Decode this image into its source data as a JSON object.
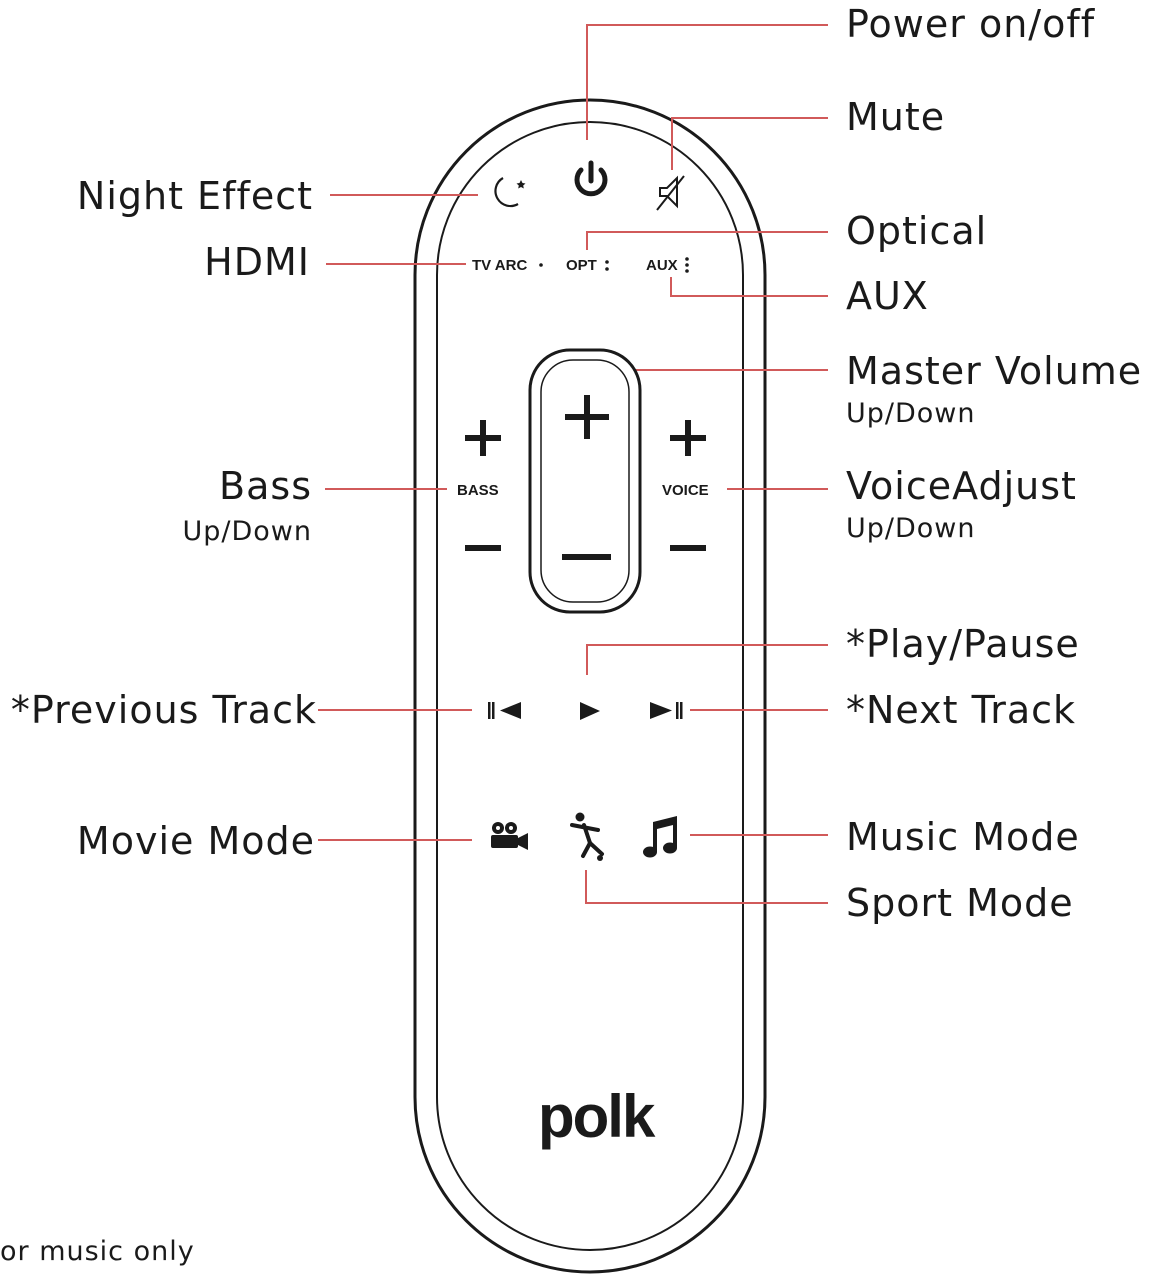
{
  "remote": {
    "logo": "polk",
    "inputs": {
      "tv_arc": "TV ARC",
      "opt": "OPT",
      "aux": "AUX"
    },
    "bass_label": "BASS",
    "voice_label": "VOICE",
    "icons": [
      "night-effect-icon",
      "power-icon",
      "mute-icon",
      "previous-track-icon",
      "play-icon",
      "next-track-icon",
      "movie-mode-icon",
      "sport-mode-icon",
      "music-mode-icon"
    ]
  },
  "callouts": {
    "power": "Power on/off",
    "mute": "Mute",
    "night_effect": "Night Effect",
    "hdmi": "HDMI",
    "optical": "Optical",
    "aux": "AUX",
    "master_volume": "Master Volume",
    "master_volume_sub": "Up/Down",
    "bass": "Bass",
    "bass_sub": "Up/Down",
    "voice_adjust": "VoiceAdjust",
    "voice_adjust_sub": "Up/Down",
    "play_pause": "*Play/Pause",
    "previous_track": "*Previous Track",
    "next_track": "*Next Track",
    "movie_mode": "Movie Mode",
    "music_mode": "Music Mode",
    "sport_mode": "Sport Mode"
  },
  "footnote": "or music only",
  "colors": {
    "leader_line": "#d15a5a",
    "ink": "#1a1a1a"
  }
}
